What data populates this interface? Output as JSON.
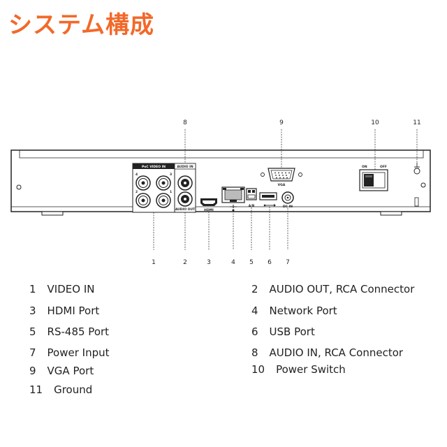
{
  "title": "システム構成",
  "callouts_top": [
    "8",
    "9",
    "10",
    "11"
  ],
  "callouts_bottom": [
    "1",
    "2",
    "3",
    "4",
    "5",
    "6",
    "7"
  ],
  "panel_labels": {
    "poc_video_in": "PoC VIDEO IN",
    "audio_in": "AUDIO IN",
    "audio_out": "AUDIO OUT",
    "hdmi": "HDMI",
    "vga": "VGA",
    "ab": "A/B",
    "on": "ON",
    "off": "OFF",
    "dc_in": "DC IN",
    "ch1": "1",
    "ch2": "2",
    "ch3": "3",
    "ch4": "4"
  },
  "legend": [
    {
      "num": "1",
      "text": "VIDEO IN"
    },
    {
      "num": "2",
      "text": "AUDIO OUT, RCA Connector"
    },
    {
      "num": "3",
      "text": "HDMI Port"
    },
    {
      "num": "4",
      "text": "Network Port"
    },
    {
      "num": "5",
      "text": "RS-485 Port"
    },
    {
      "num": "6",
      "text": "USB Port"
    },
    {
      "num": "7",
      "text": "Power Input"
    },
    {
      "num": "8",
      "text": "AUDIO IN, RCA Connector"
    },
    {
      "num": "9",
      "text": "VGA Port"
    },
    {
      "num": "10",
      "text": "Power Switch"
    },
    {
      "num": "11",
      "text": "Ground"
    }
  ]
}
